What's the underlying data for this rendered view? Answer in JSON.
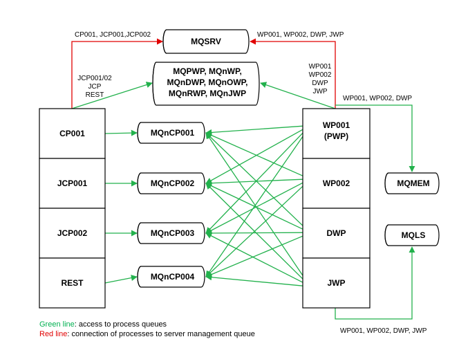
{
  "colors": {
    "green": "#22b14c",
    "red": "#e00000",
    "box_border": "#000000",
    "legend_green": "#00b050",
    "legend_red": "#e00000"
  },
  "left_processes": [
    "CP001",
    "JCP001",
    "JCP002",
    "REST"
  ],
  "process_queues": [
    "MQnCP001",
    "MQnCP002",
    "MQnCP003",
    "MQnCP004"
  ],
  "right_processes": [
    {
      "line1": "WP001",
      "line2": "(PWP)"
    },
    {
      "line1": "WP002",
      "line2": ""
    },
    {
      "line1": "DWP",
      "line2": ""
    },
    {
      "line1": "JWP",
      "line2": ""
    }
  ],
  "server_queue": "MQSRV",
  "shared_queue_lines": [
    "MQPWP, MQnWP,",
    "MQnDWP, MQnOWP,",
    "MQnRWP, MQnJWP"
  ],
  "mem_queue": "MQMEM",
  "ls_queue": "MQLS",
  "labels": {
    "left_to_srv": "CP001, JCP001,JCP002",
    "right_to_srv": "WP001, WP002, DWP, JWP",
    "left_to_shared": [
      "JCP001/02",
      "JCP",
      "REST"
    ],
    "right_to_shared": [
      "WP001",
      "WP002",
      "DWP",
      "JWP"
    ],
    "right_to_mem": "WP001, WP002, DWP",
    "right_to_ls": "WP001, WP002, DWP, JWP"
  },
  "legend": {
    "green_key": "Green line",
    "green_text": ": access to process queues",
    "red_key": "Red line",
    "red_text": ": connection of processes to server management queue"
  }
}
